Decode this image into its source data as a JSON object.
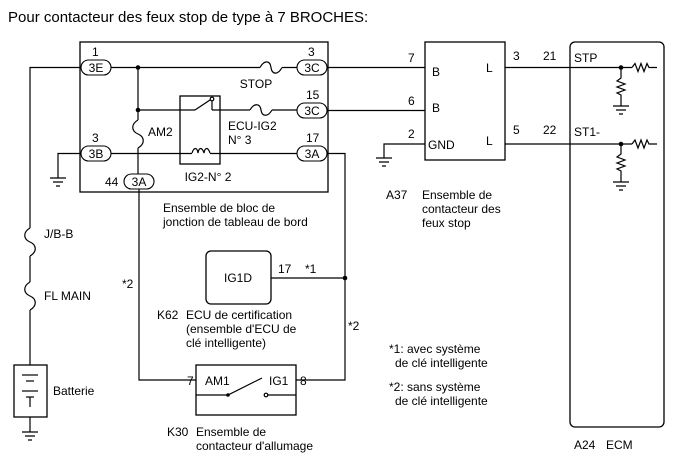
{
  "title": "Pour contacteur des feux stop de type à 7 BROCHES:",
  "junction_block": {
    "label_lines": [
      "Ensemble de bloc de",
      "jonction de tableau de bord"
    ],
    "pins": {
      "p1": "1",
      "p3": "3",
      "p44": "44",
      "p3r": "3",
      "p15": "15",
      "p17": "17"
    },
    "connectors": {
      "c3E": "3E",
      "c3B": "3B",
      "c3A_left": "3A",
      "c3C_a": "3C",
      "c3C_b": "3C",
      "c3A_right": "3A"
    },
    "fuse_stop": "STOP",
    "fuse_am2": "AM2",
    "fuse_ecu": [
      "ECU-IG2",
      "N° 3"
    ],
    "relay": "IG2-N° 2"
  },
  "fuses_left": {
    "jbb": "J/B-B",
    "fl_main": "FL MAIN"
  },
  "battery": "Batterie",
  "stop_switch": {
    "code": "A37",
    "label_lines": [
      "Ensemble de",
      "contacteur des",
      "feux stop"
    ],
    "terminals": {
      "b1": "B",
      "b2": "B",
      "gnd": "GND",
      "l1": "L",
      "l2": "L"
    },
    "pins": {
      "p7": "7",
      "p6": "6",
      "p2": "2",
      "p3": "3",
      "p5": "5"
    }
  },
  "ecm": {
    "code": "A24",
    "name": "ECM",
    "signals": {
      "stp": "STP",
      "st1": "ST1-"
    },
    "pins": {
      "p21": "21",
      "p22": "22"
    }
  },
  "certification_ecu": {
    "code": "K62",
    "terminal": "IG1D",
    "pin": "17",
    "label_lines": [
      "ECU de certification",
      "(ensemble d'ECU de",
      "clé intelligente)"
    ]
  },
  "ignition_switch": {
    "code": "K30",
    "label_lines": [
      "Ensemble de",
      "contacteur d'allumage"
    ],
    "am1": "AM1",
    "ig1": "IG1",
    "pin_am1": "7",
    "pin_ig1": "8"
  },
  "marks": {
    "m1": "*1",
    "m2_left": "*2",
    "m2_right": "*2"
  },
  "notes": {
    "n1": [
      "*1: avec système",
      "de clé intelligente"
    ],
    "n2": [
      "*2: sans système",
      "de clé intelligente"
    ]
  }
}
